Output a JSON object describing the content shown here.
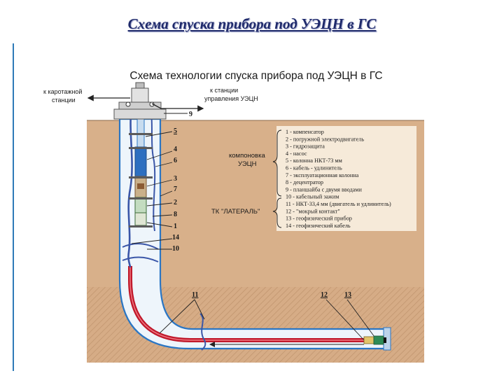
{
  "slide": {
    "title": "Схема спуска прибора под УЭЦН в ГС"
  },
  "diagram": {
    "title": "Схема технологии спуска прибора под УЭЦН в ГС",
    "label_karotazh": [
      "к каротажной",
      "станции"
    ],
    "label_station": [
      "к станции",
      "управления УЭЦН"
    ],
    "group_label": [
      "компоновка",
      "УЭЦН"
    ],
    "tk_label": "ТК \"ЛАТЕРАЛЬ\"",
    "callouts": {
      "n9": "9",
      "n5": "5",
      "n4": "4",
      "n6": "6",
      "n3": "3",
      "n7": "7",
      "n2": "2",
      "n8": "8",
      "n1": "1",
      "n14": "14",
      "n10": "10",
      "n11": "11",
      "n12": "12",
      "n13": "13"
    },
    "legend": [
      "1 - компенсатор",
      "2 - погружной электродвигатель",
      "3 - гидрозащита",
      "4 - насос",
      "5 - колонна НКТ-73 мм",
      "6 - кабель - удлинитель",
      "7 - эксплуатационная колонна",
      "8 - децентратор",
      "9 - планшайба с двумя вводами",
      "10 - кабельный зажим",
      "11 - НКТ-33,4 мм (двигатель и удлинитель)",
      "12 - \"мокрый контакт\"",
      "13 - геофизический прибор",
      "14 - геофизический кабель"
    ],
    "colors": {
      "soil": "#d6ac86",
      "soil_hatch": "#b88a63",
      "casing_fill": "#eef5fb",
      "casing_wall": "#2a76c4",
      "geo_cable": "#3a56a8",
      "red_tube": "#c0192b",
      "pump_blue": "#2d6fc0",
      "seal_brown": "#8a5a33",
      "motor_green": "#c3dcc0"
    }
  }
}
